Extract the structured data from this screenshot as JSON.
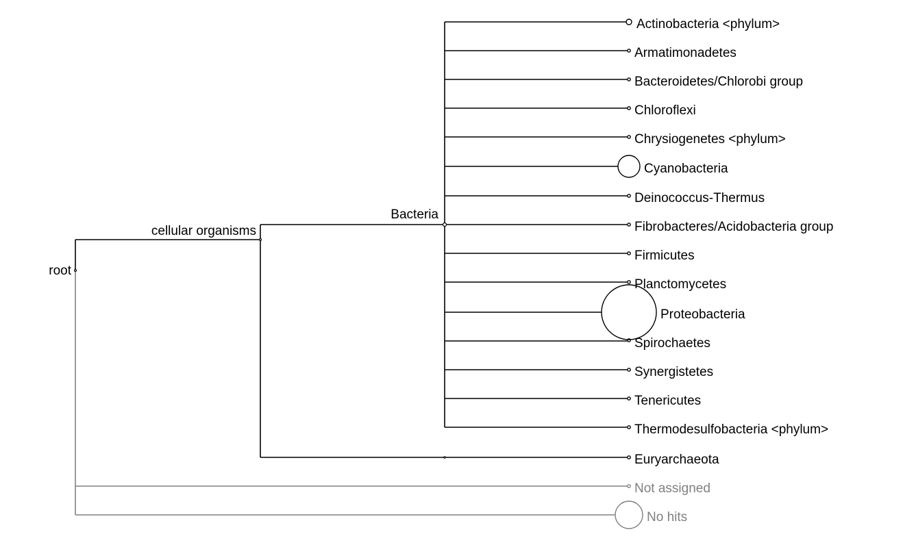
{
  "tree": {
    "root": {
      "label": "root",
      "children": {
        "cellular_organisms": {
          "label": "cellular organisms",
          "children": {
            "bacteria": {
              "label": "Bacteria",
              "children": [
                {
                  "label": "Actinobacteria <phylum>",
                  "node_size": "small"
                },
                {
                  "label": "Armatimonadetes",
                  "node_size": "tiny"
                },
                {
                  "label": "Bacteroidetes/Chlorobi group",
                  "node_size": "tiny"
                },
                {
                  "label": "Chloroflexi",
                  "node_size": "tiny"
                },
                {
                  "label": "Chrysiogenetes <phylum>",
                  "node_size": "tiny"
                },
                {
                  "label": "Cyanobacteria",
                  "node_size": "medium"
                },
                {
                  "label": "Deinococcus-Thermus",
                  "node_size": "tiny"
                },
                {
                  "label": "Fibrobacteres/Acidobacteria group",
                  "node_size": "tiny"
                },
                {
                  "label": "Firmicutes",
                  "node_size": "tiny"
                },
                {
                  "label": "Planctomycetes",
                  "node_size": "tiny"
                },
                {
                  "label": "Proteobacteria",
                  "node_size": "large"
                },
                {
                  "label": "Spirochaetes",
                  "node_size": "tiny"
                },
                {
                  "label": "Synergistetes",
                  "node_size": "tiny"
                },
                {
                  "label": "Tenericutes",
                  "node_size": "tiny"
                },
                {
                  "label": "Thermodesulfobacteria <phylum>",
                  "node_size": "tiny"
                }
              ]
            },
            "euryarchaeota": {
              "label": "Euryarchaeota",
              "node_size": "tiny"
            }
          }
        },
        "not_assigned": {
          "label": "Not assigned",
          "node_size": "tiny"
        },
        "no_hits": {
          "label": "No hits",
          "node_size": "medium"
        }
      }
    }
  },
  "colors": {
    "assigned": "#000000",
    "unassigned": "#808080"
  }
}
